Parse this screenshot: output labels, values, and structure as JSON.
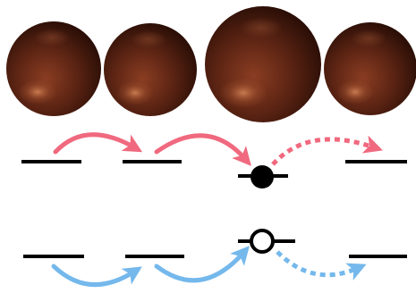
{
  "diagram": {
    "spheres": [
      {
        "name": "sphere-1",
        "color": "#6b2d1c"
      },
      {
        "name": "sphere-2",
        "color": "#6b2d1c"
      },
      {
        "name": "sphere-3-large",
        "color": "#6b2d1c"
      },
      {
        "name": "sphere-4",
        "color": "#6b2d1c"
      }
    ],
    "electron_row": {
      "arrow_color": "#f0697e",
      "level_color": "#000000",
      "particle": "filled-circle",
      "arrows": [
        {
          "from": "level-1",
          "to": "level-2",
          "style": "solid"
        },
        {
          "from": "level-2",
          "to": "level-3",
          "style": "solid"
        },
        {
          "from": "level-3",
          "to": "level-4",
          "style": "dashed"
        }
      ]
    },
    "hole_row": {
      "arrow_color": "#74b8ec",
      "level_color": "#000000",
      "particle": "open-circle",
      "arrows": [
        {
          "from": "level-1",
          "to": "level-2",
          "style": "solid"
        },
        {
          "from": "level-2",
          "to": "level-3",
          "style": "solid"
        },
        {
          "from": "level-3",
          "to": "level-4",
          "style": "dashed"
        }
      ]
    }
  }
}
